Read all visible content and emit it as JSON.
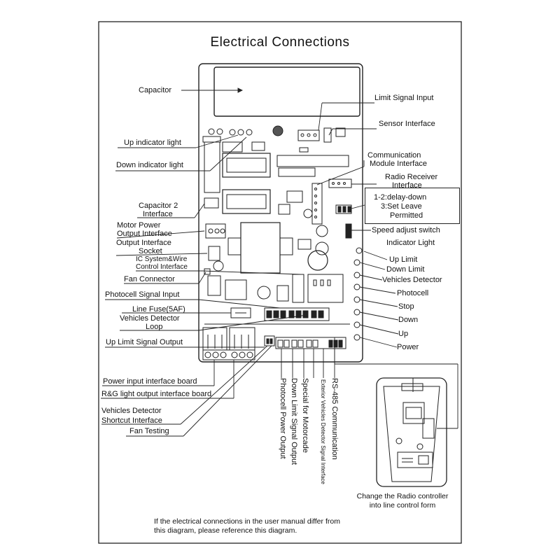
{
  "title": "Electrical Connections",
  "labels": {
    "capacitor": "Capacitor",
    "up_indicator_light": "Up indicator light",
    "down_indicator_light": "Down indicator light",
    "capacitor_2_interface_line1": "Capacitor 2",
    "capacitor_2_interface_line2": "Interface",
    "motor_power_output_line1": "Motor Power",
    "motor_power_output_line2": "Output Interface",
    "output_interface_socket_line1": "Output Interface",
    "output_interface_socket_line2": "Socket",
    "ic_system_line1": "IC System&Wire",
    "ic_system_line2": "Control Interface",
    "fan_connector": "Fan Connector",
    "photocell_signal_input": "Photocell Signal Input",
    "line_fuse": "Line Fuse(5AF)",
    "vehicles_detector_loop_line1": "Vehicles Detector",
    "vehicles_detector_loop_line2": "Loop",
    "up_limit_signal_output": "Up Limit Signal Output",
    "power_input_interface_board": "Power input interface board",
    "rg_light_output_interface_board": "R&G light output interface board",
    "vehicles_detector_shortcut_line1": "Vehicles Detector",
    "vehicles_detector_shortcut_line2": "Shortcut Interface",
    "fan_testing": "Fan Testing",
    "limit_signal_input": "Limit Signal Input",
    "sensor_interface": "Sensor Interface",
    "communication_module_line1": "Communication",
    "communication_module_line2": "Module Interface",
    "radio_receiver_line1": "Radio Receiver",
    "radio_receiver_line2": "Interface",
    "speed_adjust_switch": "Speed adjust switch",
    "indicator_light": "Indicator Light",
    "up_limit": "Up Limit",
    "down_limit": "Down Limit",
    "vehicles_detector": "Vehicles Detector",
    "photocell": "Photocell",
    "stop": "Stop",
    "down": "Down",
    "up": "Up",
    "power": "Power"
  },
  "mode_box": {
    "line1": "1-2:delay-down",
    "line2": "3:Set Leave",
    "line3": "Permitted"
  },
  "vertical_labels": {
    "photocell_power_output": "Photocell Power Output",
    "down_limit_signal_output": "Down Limit Signal Output",
    "special_for_motorcade": "Special for Motorcade",
    "exterior_vehicles_detector": "Exterior Vehicles Detector Signal Interface",
    "rs485_communication": "RS-485 Communication"
  },
  "radio_caption": {
    "line1": "Change the Radio controller",
    "line2": "into line control form"
  },
  "footer": {
    "line1": "If the electrical connections in the user manual differ from",
    "line2": "this diagram, please reference this diagram."
  }
}
